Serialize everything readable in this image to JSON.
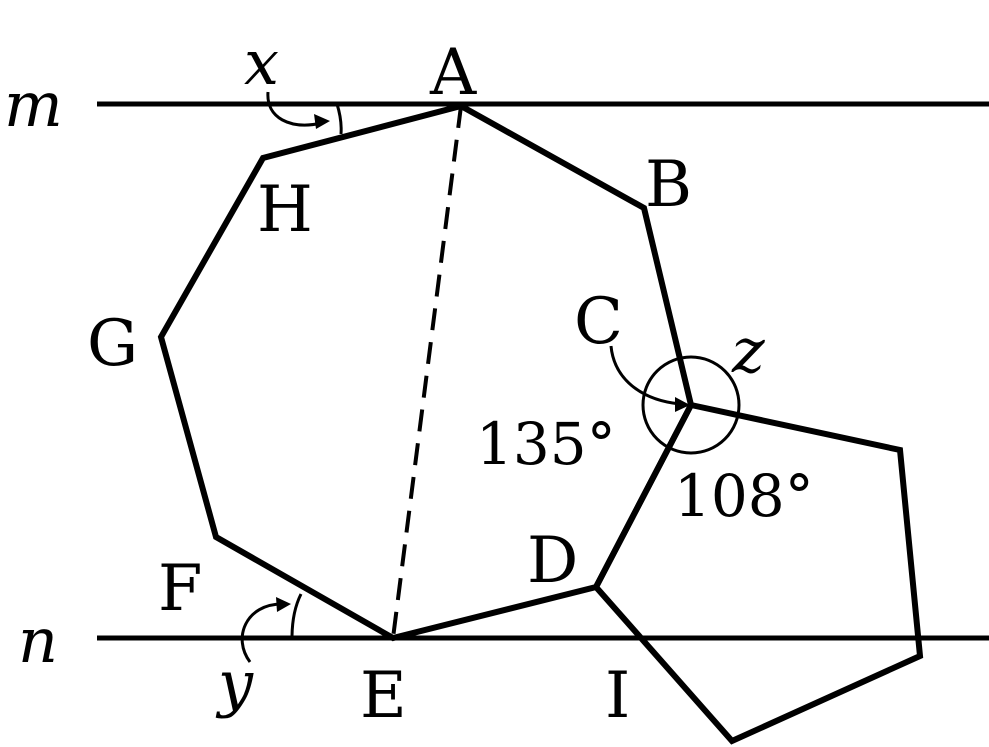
{
  "lines": {
    "m": "m",
    "n": "n"
  },
  "vertices": {
    "A": "A",
    "B": "B",
    "C": "C",
    "D": "D",
    "E": "E",
    "F": "F",
    "G": "G",
    "H": "H",
    "I": "I"
  },
  "angles": {
    "x": "x",
    "y": "y",
    "z": "z",
    "angle_c_interior": "135°",
    "angle_c_pentagon": "108°"
  }
}
